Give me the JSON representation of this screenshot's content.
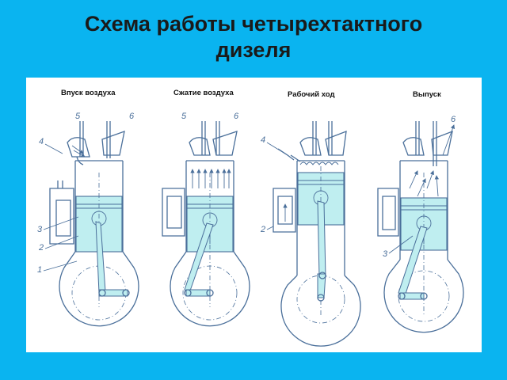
{
  "slide": {
    "title_line1": "Схема работы четырехтактного",
    "title_line2": "дизеля"
  },
  "stages": [
    {
      "label": "Впуск воздуха"
    },
    {
      "label": "Сжатие воздуха"
    },
    {
      "label": "Рабочий ход"
    },
    {
      "label": "Выпуск"
    }
  ],
  "part_numbers": {
    "n1": "1",
    "n2": "2",
    "n3": "3",
    "n4": "4",
    "n5": "5",
    "n6": "6"
  },
  "colors": {
    "background": "#0ab4f0",
    "line": "#4a6f9a",
    "piston_fill": "#bfeef0"
  }
}
